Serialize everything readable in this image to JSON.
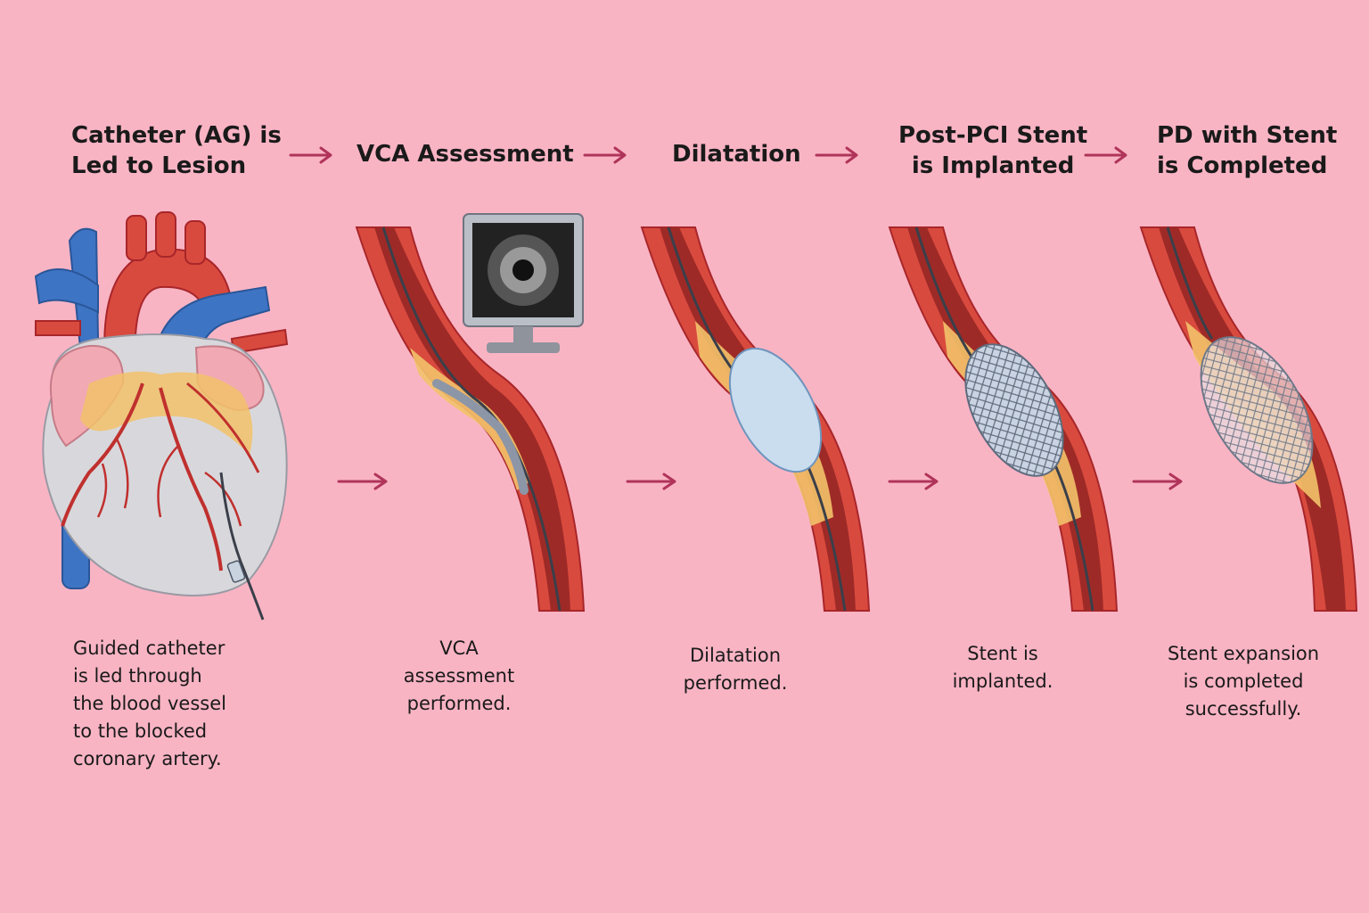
{
  "colors": {
    "background": "#F9B4C4",
    "arrow": "#B0345A",
    "artery": "#D94A3E",
    "artery_dark": "#A8262A",
    "plaque": "#F2C26A",
    "vein": "#3E74C4"
  },
  "steps": [
    {
      "title": "Catheter (AG) is\nLed to Lesion",
      "caption": "Guided catheter\nis led through\nthe blood vessel\nto the blocked\ncoronary artery."
    },
    {
      "title": "VCA Assessment",
      "caption": "VCA\nassessment\nperformed."
    },
    {
      "title": "Dilatation",
      "caption": "Dilatation\nperformed."
    },
    {
      "title": "Post-PCI Stent\nis Implanted",
      "caption": "Stent is\nimplanted."
    },
    {
      "title": "PD with Stent\nis Completed",
      "caption": "Stent expansion\nis completed\nsuccessfully."
    }
  ]
}
